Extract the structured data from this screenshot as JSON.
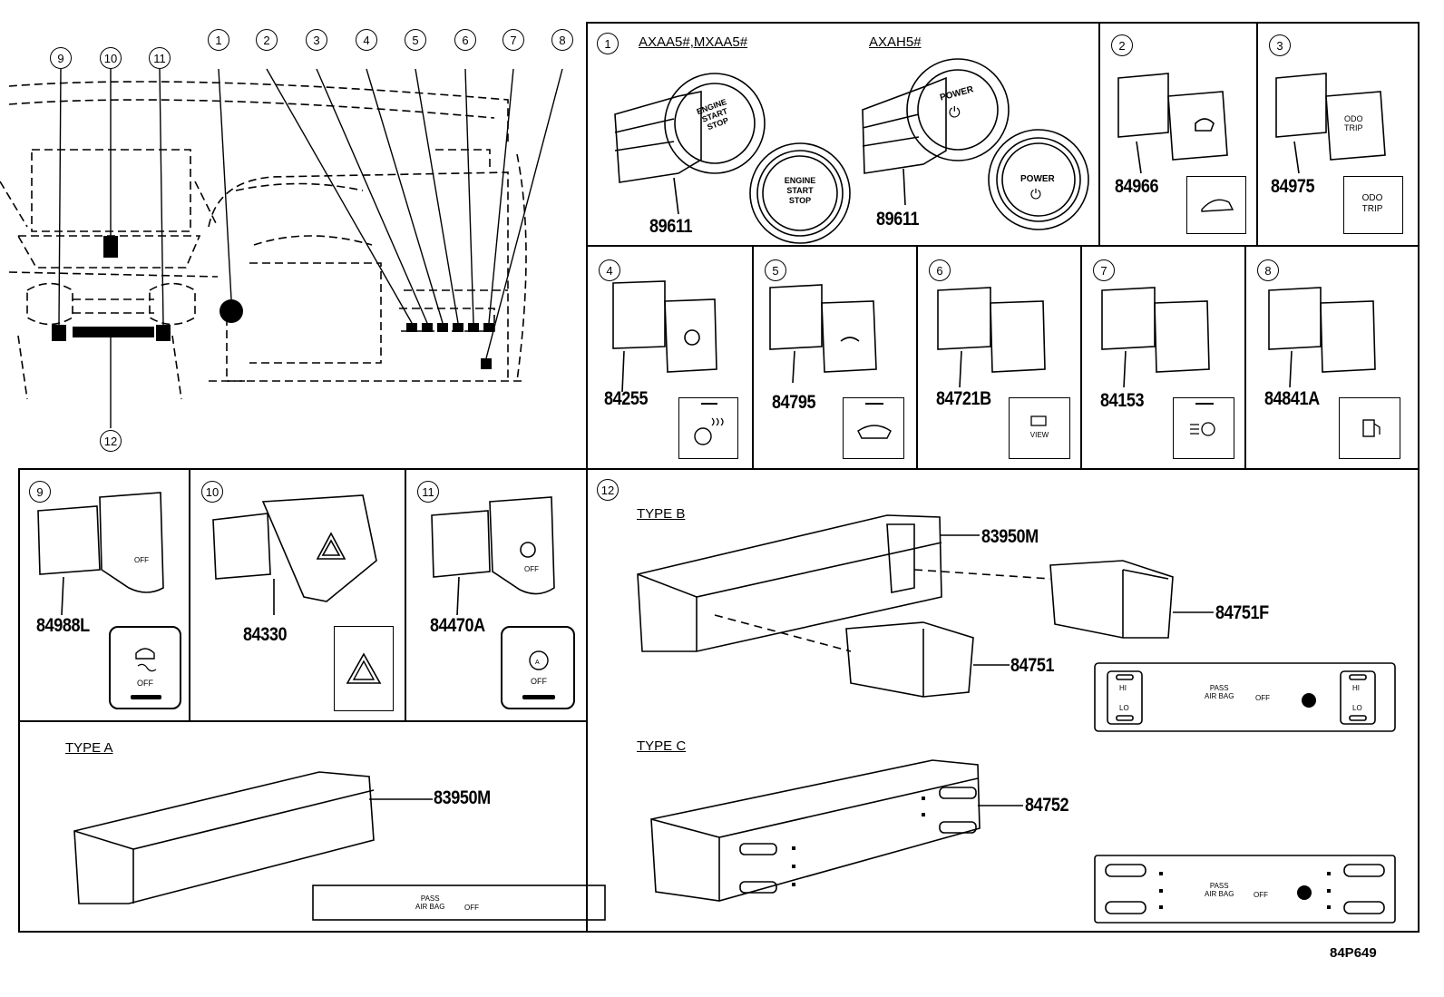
{
  "callouts": {
    "c1": "1",
    "c2": "2",
    "c3": "3",
    "c4": "4",
    "c5": "5",
    "c6": "6",
    "c7": "7",
    "c8": "8",
    "c9": "9",
    "c10": "10",
    "c11": "11",
    "c12": "12"
  },
  "panel1": {
    "label_a": "AXAA5#,MXAA5#",
    "label_b": "AXAH5#",
    "part_a": "89611",
    "part_b": "89611",
    "button_a_text": [
      "ENGINE",
      "START",
      "STOP"
    ],
    "button_b_text": [
      "POWER"
    ]
  },
  "panel2": {
    "part": "84966"
  },
  "panel3": {
    "part": "84975",
    "icon_text": [
      "ODO",
      "TRIP"
    ]
  },
  "panel4": {
    "part": "84255"
  },
  "panel5": {
    "part": "84795"
  },
  "panel6": {
    "part": "84721B",
    "icon_text": "VIEW"
  },
  "panel7": {
    "part": "84153"
  },
  "panel8": {
    "part": "84841A"
  },
  "panel9": {
    "part": "84988L",
    "icon_text": "OFF"
  },
  "panel10": {
    "part": "84330"
  },
  "panel11": {
    "part": "84470A",
    "icon_text": "OFF"
  },
  "panel12": {
    "type_b": "TYPE B",
    "type_a": "TYPE A",
    "type_c": "TYPE C",
    "part_b_main": "83950M",
    "part_b_right": "84751F",
    "part_b_left": "84751",
    "part_a": "83950M",
    "part_c": "84752",
    "airbag_pass": "PASS",
    "airbag_text": "AIR BAG",
    "airbag_off": "OFF",
    "hi": "HI",
    "lo": "LO"
  },
  "reference": "84P649"
}
